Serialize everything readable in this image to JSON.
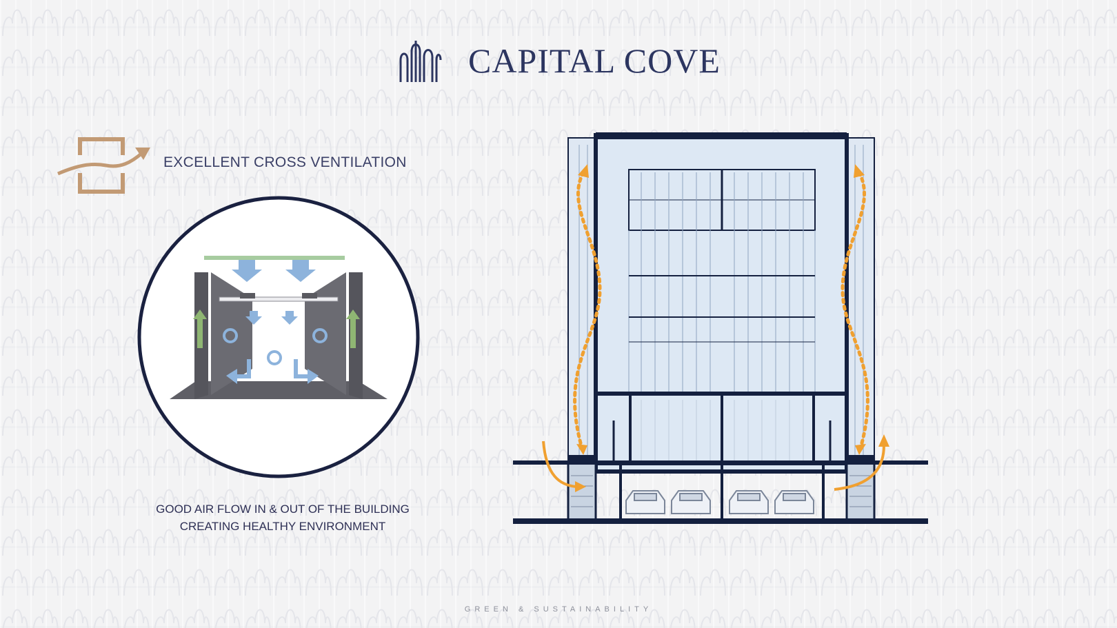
{
  "brand": {
    "name": "CAPITAL COVE",
    "logo_icon": "wave-columns-icon",
    "color": "#2c3560"
  },
  "ventilation": {
    "title": "EXCELLENT CROSS VENTILATION",
    "icon": "cross-ventilation-icon",
    "icon_color": "#c29a74"
  },
  "caption": {
    "line1": "GOOD AIR FLOW IN & OUT OF THE BUILDING",
    "line2": "CREATING HEALTHY ENVIRONMENT"
  },
  "footer": {
    "label": "GREEN & SUSTAINABILITY"
  },
  "colors": {
    "navy": "#14203f",
    "glass": "#dde8f4",
    "airflow_orange": "#f0a030",
    "airflow_blue": "#8db3dc",
    "airflow_green": "#8fb673",
    "wall_gray": "#6a6a70"
  }
}
